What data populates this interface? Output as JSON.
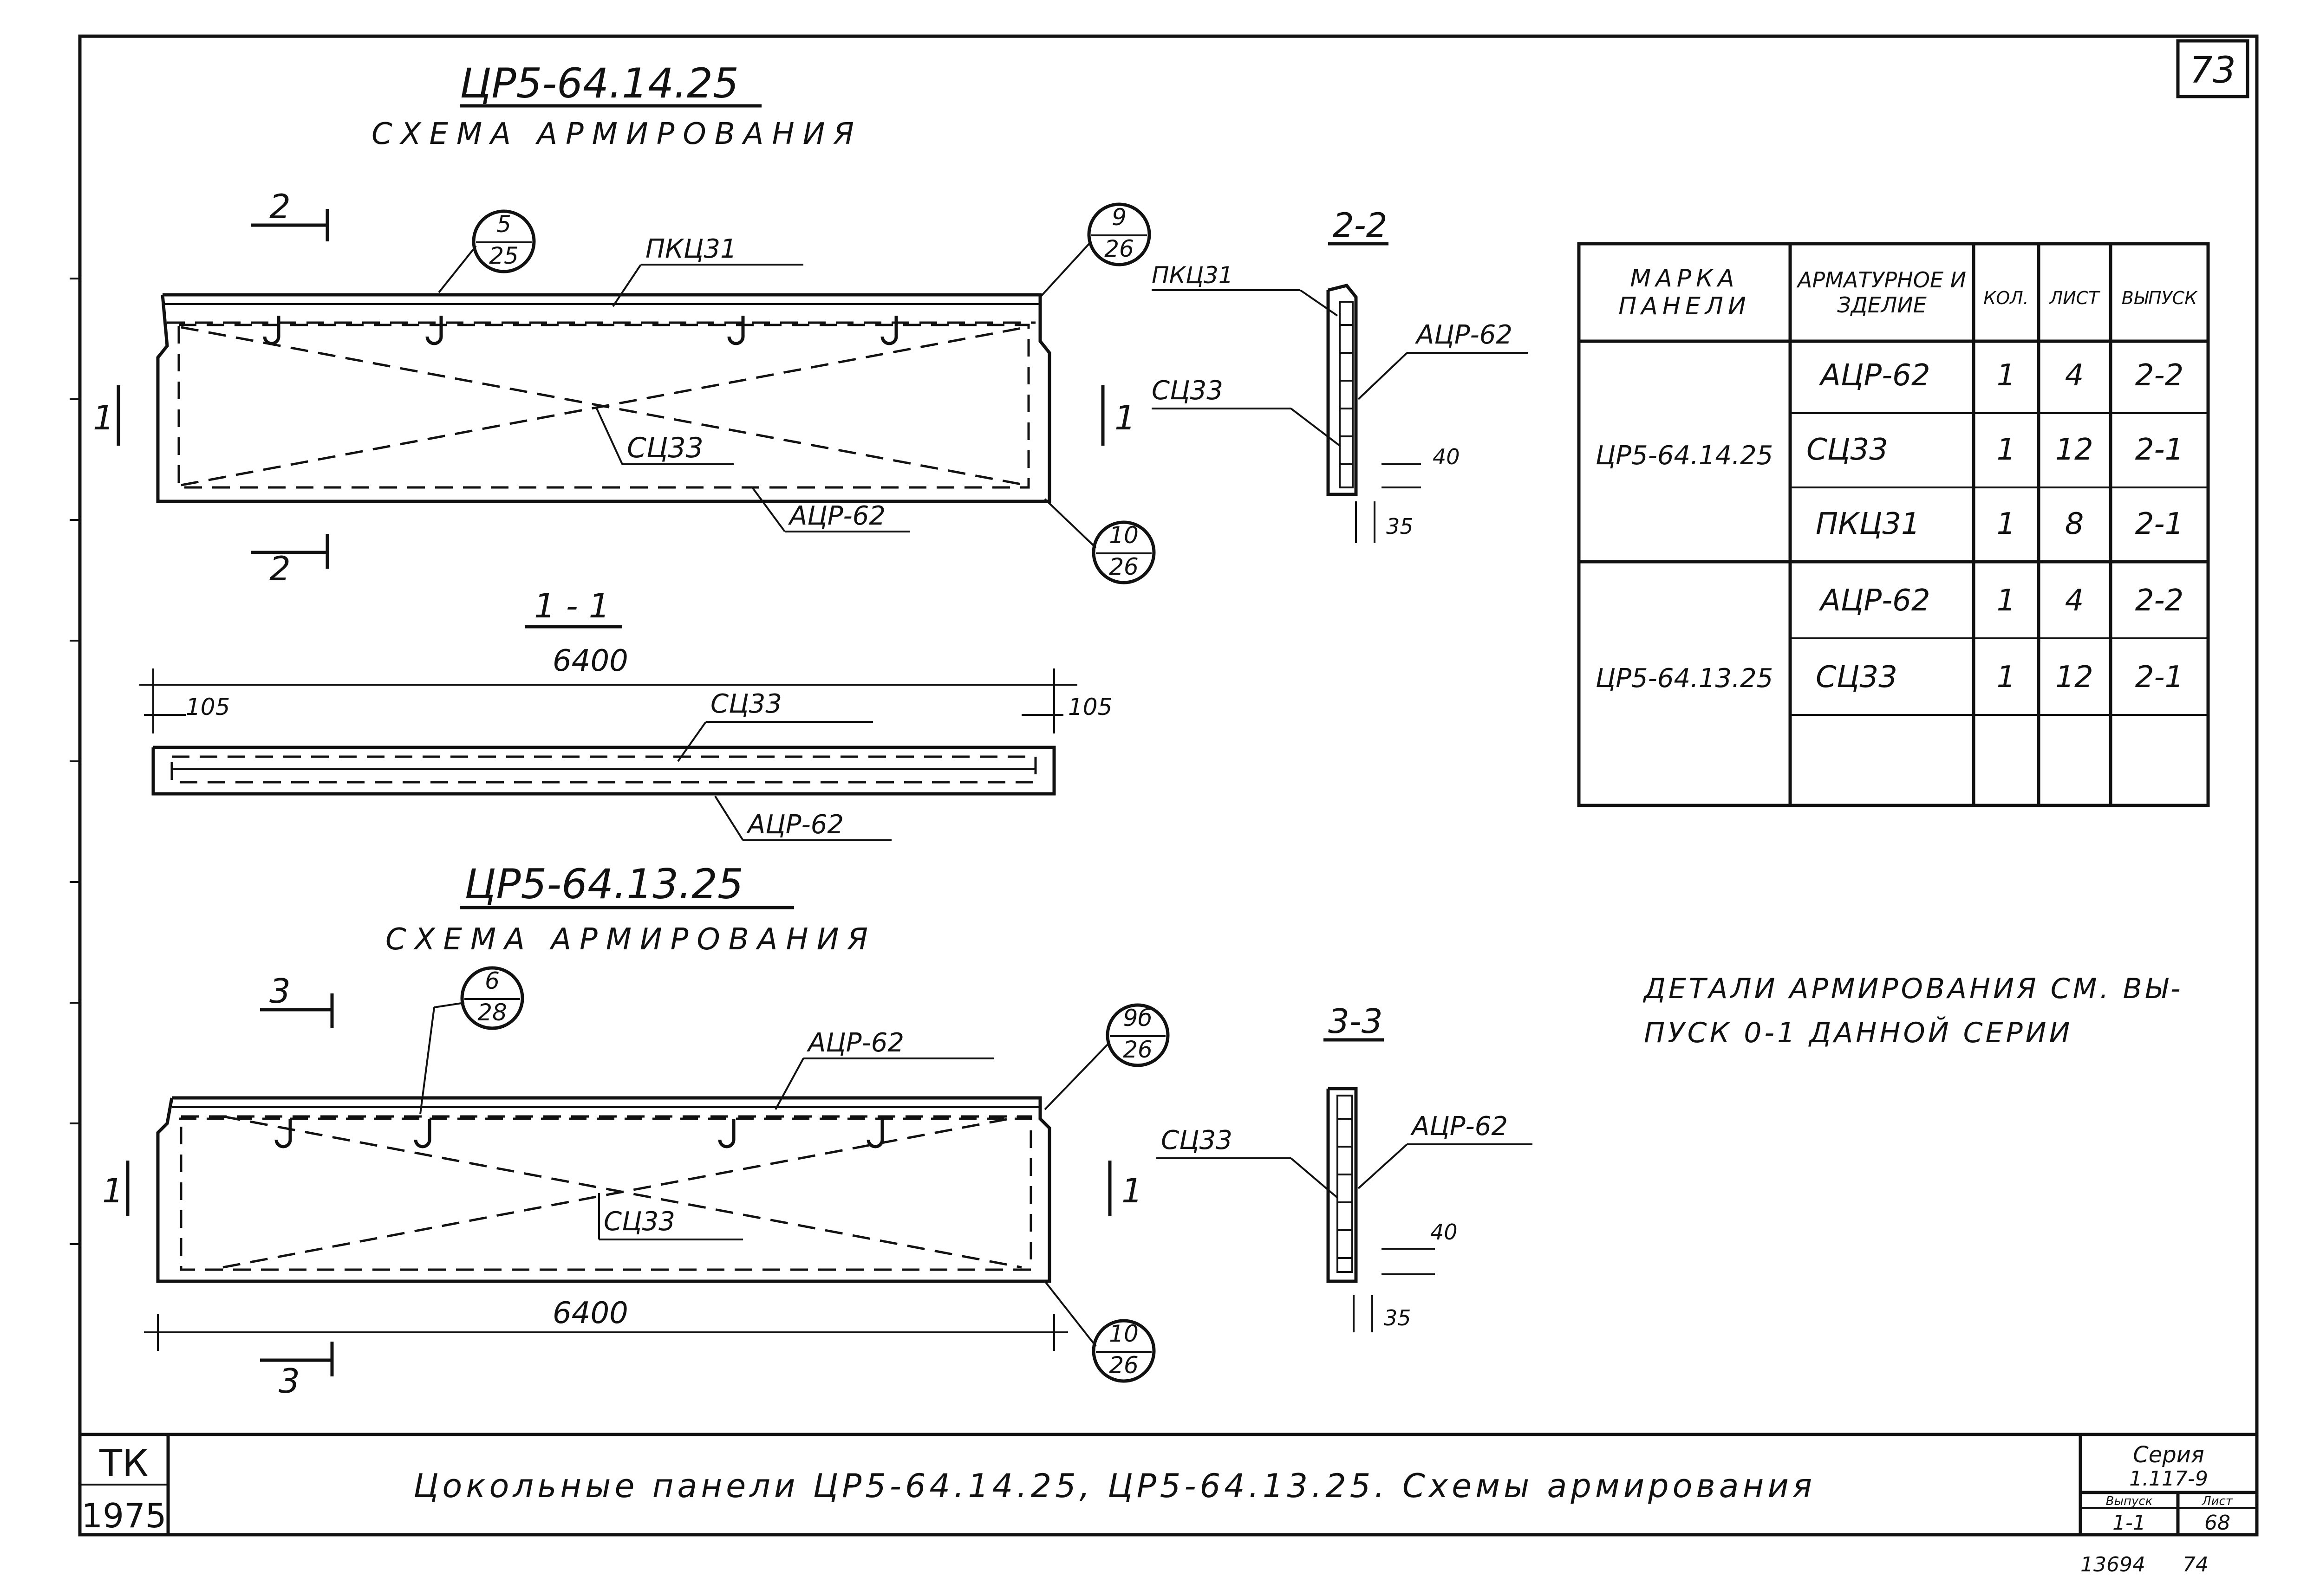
{
  "sheet": {
    "page_number": "73",
    "stamp_org": "ТК",
    "stamp_year": "1975",
    "bottom_numbers": [
      "13694",
      "74"
    ]
  },
  "panel1": {
    "mark": "ЦР5-64.14.25",
    "subtitle": "СХЕМА АРМИРОВАНИЯ",
    "cut_mark_2": "2",
    "cut_mark_1": "1",
    "labels": {
      "top_bar": "ПКЦ31",
      "cross": "СЦ33",
      "bottom_bar": "АЦР-62"
    },
    "callouts": [
      {
        "num": "5",
        "den": "25"
      },
      {
        "num": "9",
        "den": "26"
      },
      {
        "num": "10",
        "den": "26"
      }
    ]
  },
  "section_22": {
    "title": "2-2",
    "labels": [
      "ПКЦ31",
      "СЦ33",
      "АЦР-62"
    ],
    "dims": [
      "40",
      "35"
    ]
  },
  "section_11": {
    "title": "1 - 1",
    "length": "6400",
    "offset_left": "105",
    "offset_right": "105",
    "labels": [
      "СЦ33",
      "АЦР-62"
    ]
  },
  "panel2": {
    "mark": "ЦР5-64.13.25",
    "subtitle": "СХЕМА АРМИРОВАНИЯ",
    "cut_mark_3": "3",
    "cut_mark_1": "1",
    "length": "6400",
    "labels": {
      "top_bar": "АЦР-62",
      "cross": "СЦ33"
    },
    "callouts": [
      {
        "num": "6",
        "den": "28"
      },
      {
        "num": "9б",
        "den": "26"
      },
      {
        "num": "10",
        "den": "26"
      }
    ]
  },
  "section_33": {
    "title": "3-3",
    "labels": [
      "СЦ33",
      "АЦР-62"
    ],
    "dims": [
      "40",
      "35"
    ]
  },
  "table": {
    "headers": [
      "МАРКА ПАНЕЛИ",
      "АРМАТУРНОЕ ИЗДЕЛИЕ",
      "КОЛ.",
      "ЛИСТ",
      "ВЫПУСК"
    ],
    "groups": [
      {
        "mark": "ЦР5-64.14.25",
        "rows": [
          [
            "АЦР-62",
            "1",
            "4",
            "2-2"
          ],
          [
            "СЦ33",
            "1",
            "12",
            "2-1"
          ],
          [
            "ПКЦ31",
            "1",
            "8",
            "2-1"
          ]
        ]
      },
      {
        "mark": "ЦР5-64.13.25",
        "rows": [
          [
            "АЦР-62",
            "1",
            "4",
            "2-2"
          ],
          [
            "СЦ33",
            "1",
            "12",
            "2-1"
          ]
        ]
      }
    ]
  },
  "note": {
    "line1": "ДЕТАЛИ АРМИРОВАНИЯ СМ. ВЫ-",
    "line2": "ПУСК 0-1 ДАННОЙ СЕРИИ"
  },
  "title_block": {
    "title": "Цокольные панели ЦР5-64.14.25, ЦР5-64.13.25. Схемы армирования",
    "series_label": "Серия",
    "series_value": "1.117-9",
    "issue_label": "Выпуск",
    "issue_value": "1-1",
    "sheet_label": "Лист",
    "sheet_value": "68"
  }
}
